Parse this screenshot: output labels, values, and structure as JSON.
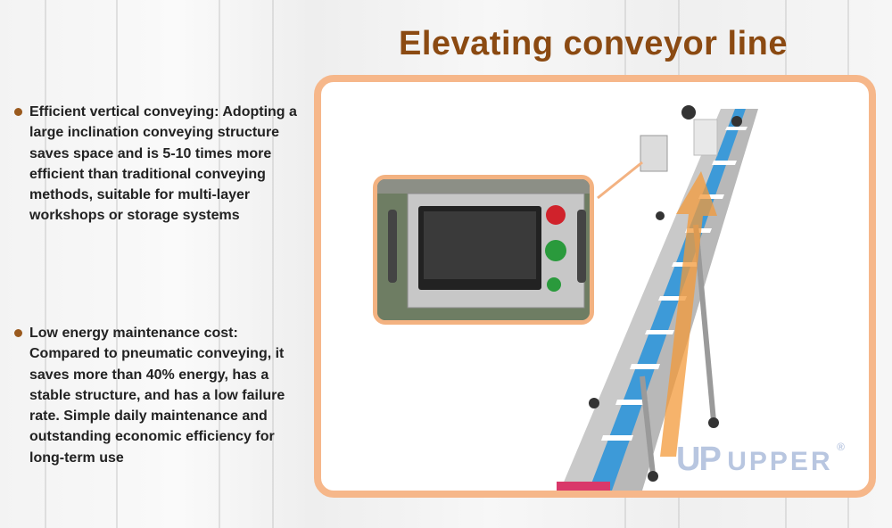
{
  "title": "Elevating conveyor line",
  "features": [
    {
      "text": "Efficient vertical conveying: Adopting a large inclination conveying structure saves space and is 5-10 times more efficient than traditional conveying methods, suitable for multi-layer workshops or storage systems"
    },
    {
      "text": "Low energy maintenance cost: Compared to pneumatic conveying, it saves more than 40% energy, has a stable structure, and has a low failure rate. Simple daily maintenance and outstanding economic efficiency for long-term use"
    }
  ],
  "logo": {
    "text": "UPPER",
    "mark": "UP",
    "registered": "®"
  },
  "colors": {
    "title": "#8b4a12",
    "bullet": "#9a5a1e",
    "frame": "#f6b78a",
    "belt": "#3d9ad8",
    "arrow": "#f39a3a"
  }
}
